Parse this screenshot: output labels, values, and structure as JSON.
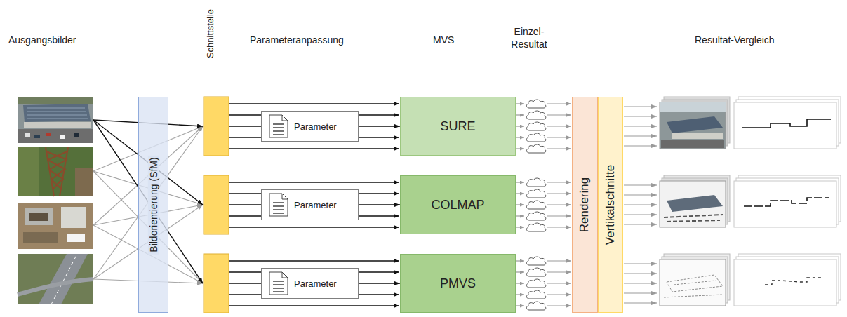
{
  "diagram": {
    "nodes": [
      {
        "text": [
          "Bildorientierung (SfM)"
        ]
      },
      {
        "text": [
          "Parameter"
        ]
      },
      {
        "text": [
          "SURE"
        ]
      },
      {
        "text": [
          "Parameter"
        ]
      },
      {
        "text": [
          "COLMAP"
        ]
      },
      {
        "text": [
          "Parameter"
        ]
      },
      {
        "text": [
          "PMVS"
        ]
      },
      {
        "text": [
          "Rendering"
        ]
      },
      {
        "text": [
          "Vertikalschnitte"
        ]
      }
    ],
    "edges": [
      {
        "from": 1,
        "to": 2,
        "arrow": "to"
      },
      {
        "from": 3,
        "to": 4,
        "arrow": "to"
      },
      {
        "from": 5,
        "to": 6,
        "arrow": "to"
      }
    ],
    "labels": [
      "Ausgangsbilder",
      "Schnittstelle",
      "Parameteranpassung",
      "MVS",
      "Einzel- Resultat",
      "Resultat-Vergleich"
    ]
  }
}
